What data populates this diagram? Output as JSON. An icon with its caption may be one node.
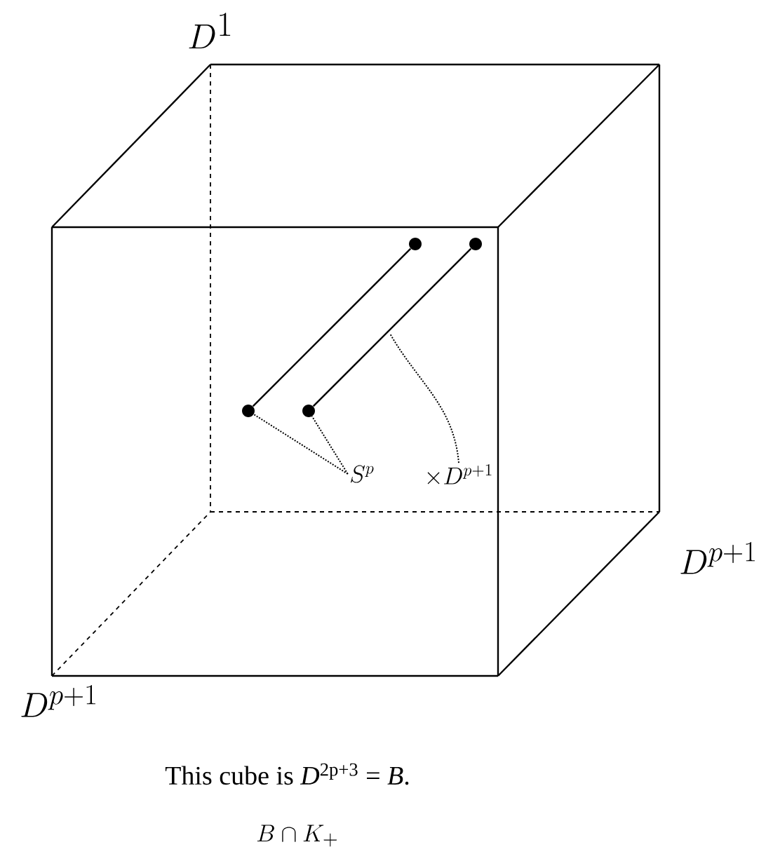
{
  "diagram": {
    "caption": "This cube is *D*$^{2p+3}$ = *B*.",
    "nodes": [
      {
        "text": [],
        "shape": "circle"
      },
      {
        "text": [],
        "shape": "circle"
      },
      {
        "text": [],
        "shape": "circle"
      },
      {
        "text": [],
        "shape": "circle"
      },
      {
        "text": [
          "S^{p}"
        ]
      },
      {
        "text": [
          "\\times D^{p+1}"
        ]
      }
    ],
    "edges": [
      {
        "from": 2,
        "to": 0,
        "arrow": "none"
      },
      {
        "from": 3,
        "to": 1,
        "arrow": "none"
      },
      {
        "from": 4,
        "to": 2,
        "arrow": "none",
        "style": "dashed"
      },
      {
        "from": 4,
        "to": 3,
        "arrow": "none",
        "style": "dashed"
      },
      {
        "from": 5,
        "to": null,
        "arrow": "none",
        "style": "dashed"
      }
    ],
    "labels": [
      "D^{1}",
      "D^{p+1}",
      "D^{p+1}",
      "B \\cap K_{+}"
    ]
  }
}
